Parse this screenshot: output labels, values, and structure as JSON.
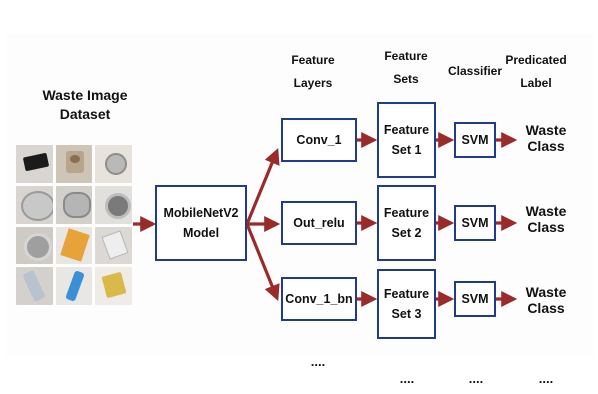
{
  "dataset": {
    "title_line1": "Waste Image",
    "title_line2": "Dataset"
  },
  "headers": {
    "feature_layers": [
      "Feature",
      "Layers"
    ],
    "feature_sets": [
      "Feature",
      "Sets"
    ],
    "classifier": "Classifier",
    "predicted_label": [
      "Predicated",
      "Label"
    ]
  },
  "model": {
    "line1": "MobileNetV2",
    "line2": "Model"
  },
  "rows": [
    {
      "layer": "Conv_1",
      "set_line1": "Feature",
      "set_line2": "Set 1",
      "classifier": "SVM",
      "label_line1": "Waste",
      "label_line2": "Class"
    },
    {
      "layer": "Out_relu",
      "set_line1": "Feature",
      "set_line2": "Set 2",
      "classifier": "SVM",
      "label_line1": "Waste",
      "label_line2": "Class"
    },
    {
      "layer": "Conv_1_bn",
      "set_line1": "Feature",
      "set_line2": "Set 3",
      "classifier": "SVM",
      "label_line1": "Waste",
      "label_line2": "Class"
    }
  ],
  "ellipsis": "....",
  "colors": {
    "box_border": "#1f3b8a",
    "arrow": "#9b2a2a",
    "text": "#111111"
  },
  "thumbnails": [
    "black-bag",
    "paper-cup",
    "metal-cap",
    "plastic-container",
    "crumpled-foil",
    "can-top",
    "metal-can",
    "orange-cardboard",
    "clear-plastic",
    "plastic-bottle",
    "blue-bottle",
    "yellow-wrapper"
  ]
}
